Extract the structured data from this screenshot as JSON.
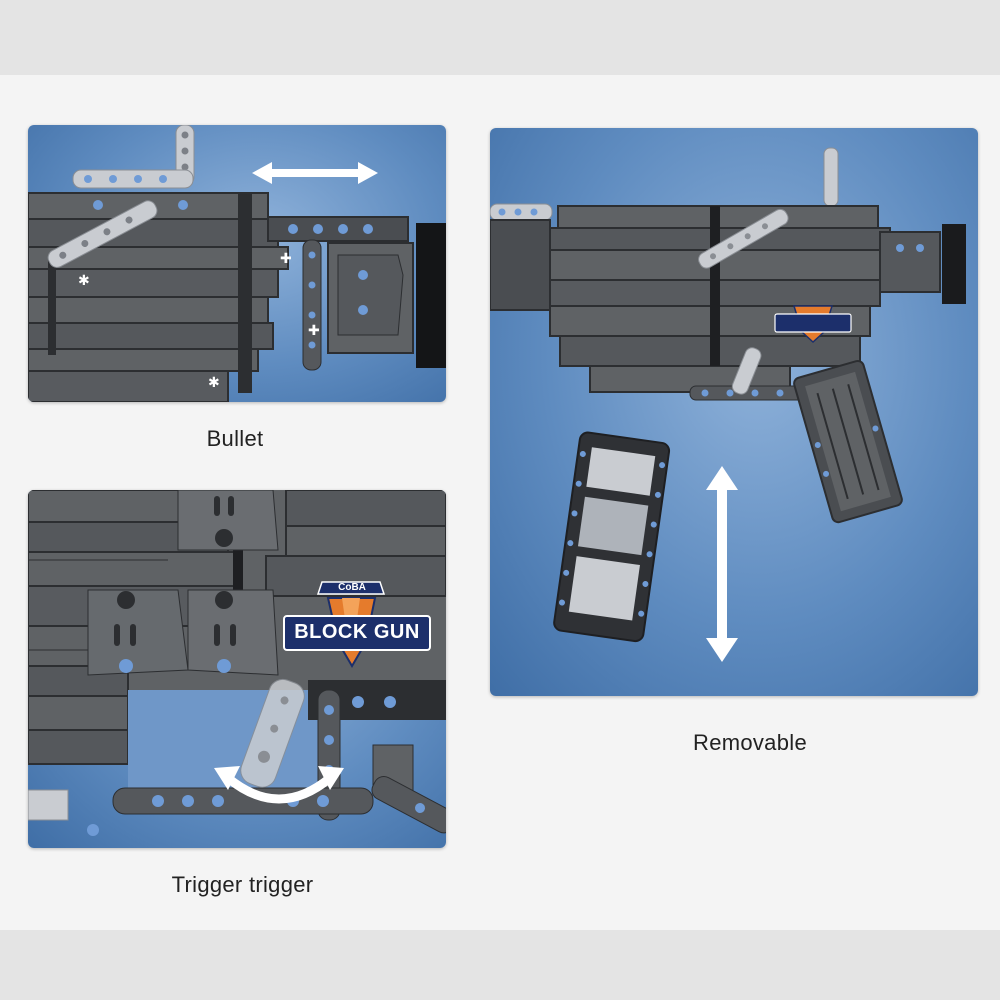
{
  "captions": {
    "bullet": "Bullet",
    "trigger": "Trigger trigger",
    "removable": "Removable"
  },
  "logo": {
    "brand": "CoBA",
    "name": "BLOCK GUN"
  },
  "icons": {
    "horizontal_arrow": "double-arrow-horizontal-icon",
    "vertical_arrow": "double-arrow-vertical-icon",
    "curved_arrow": "curved-double-arrow-icon"
  },
  "colors": {
    "panel_blue": "#5f8cc0",
    "brick_gray": "#5f6265",
    "brick_dark": "#2c2e31",
    "liftarm_light": "#c9ccd1",
    "pin_blue": "#6f9bd6",
    "logo_navy": "#1c2f6b",
    "logo_orange": "#e57b2c"
  }
}
